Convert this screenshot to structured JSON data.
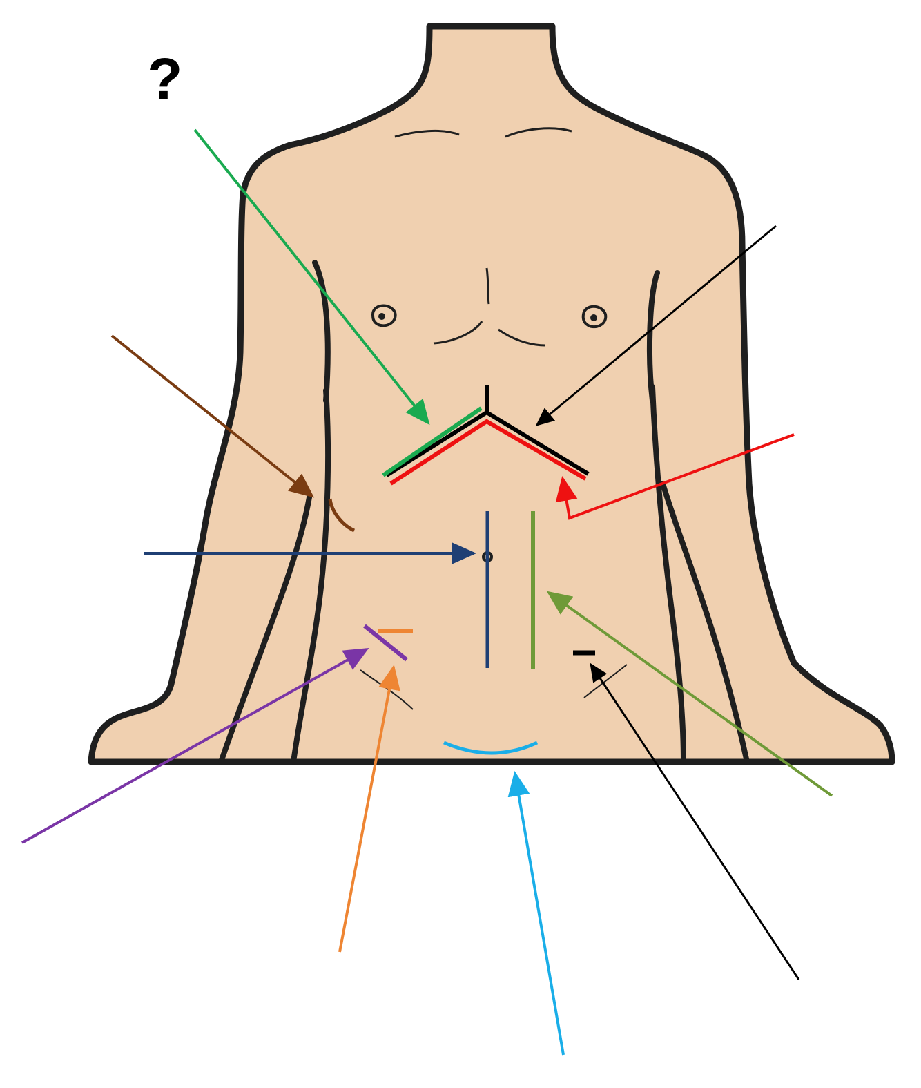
{
  "diagram": {
    "question_label": "?",
    "colors": {
      "skin": "#f0d0b0",
      "outline": "#1f1f1f",
      "black": "#000000",
      "green": "#1aaa50",
      "red": "#ee1111",
      "brown": "#7a3c12",
      "navy": "#1f3f74",
      "olive": "#6f9a38",
      "purple": "#7a35a6",
      "orange": "#ee8533",
      "sky": "#1aaee8"
    },
    "incisions": [
      {
        "name": "green-incision",
        "color": "green"
      },
      {
        "name": "black-incision",
        "color": "black"
      },
      {
        "name": "red-incision",
        "color": "red"
      },
      {
        "name": "brown-incision",
        "color": "brown"
      },
      {
        "name": "navy-incision",
        "color": "navy"
      },
      {
        "name": "olive-incision",
        "color": "olive"
      },
      {
        "name": "purple-incision",
        "color": "purple"
      },
      {
        "name": "orange-incision",
        "color": "orange"
      },
      {
        "name": "sky-incision",
        "color": "sky"
      },
      {
        "name": "small-black-incision",
        "color": "black"
      }
    ]
  }
}
